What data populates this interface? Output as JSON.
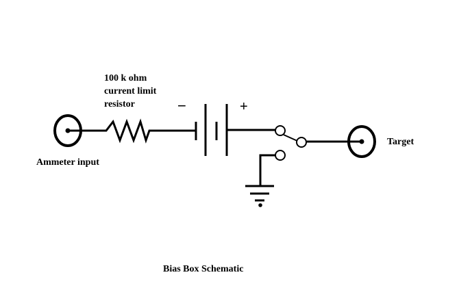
{
  "labels": {
    "resistor_value": "100 k ohm",
    "resistor_desc1": "current limit",
    "resistor_desc2": "resistor",
    "minus": "−",
    "plus": "+",
    "ammeter": "Ammeter input",
    "target": "Target",
    "caption": "Bias Box Schematic"
  }
}
